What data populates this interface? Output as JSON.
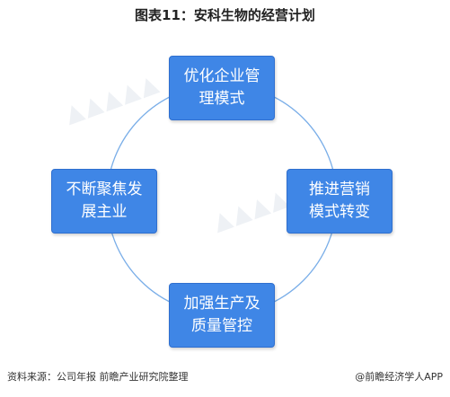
{
  "title": "图表11：安科生物的经营计划",
  "nodes": {
    "top": "优化企业管理模式",
    "right": "推进营销模式转变",
    "bottom": "加强生产及质量管控",
    "left": "不断聚焦发展主业"
  },
  "footer": {
    "source": "资料来源：公司年报 前瞻产业研究院整理",
    "credit": "@前瞻经济学人APP"
  },
  "colors": {
    "node_fill": "#3f86e6",
    "circle_stroke": "#7aaee8"
  }
}
